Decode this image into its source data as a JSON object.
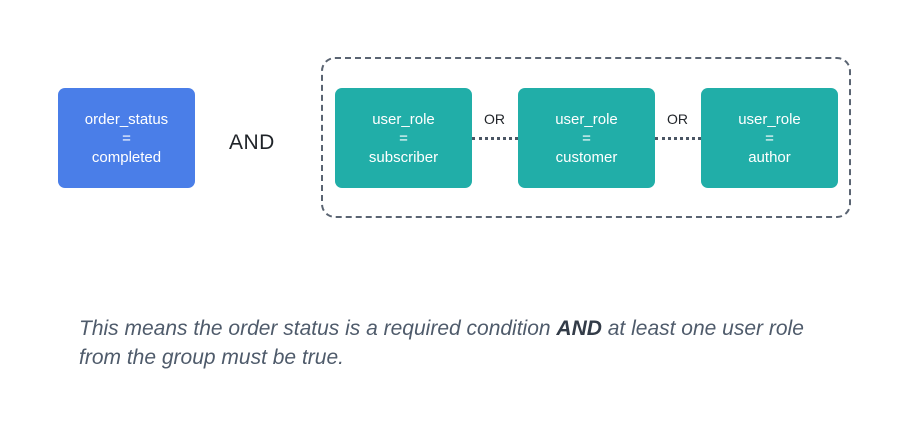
{
  "diagram": {
    "and_label": "AND",
    "or_labels": [
      "OR",
      "OR"
    ],
    "required_condition": {
      "field": "order_status",
      "operator": "=",
      "value": "completed",
      "color": "#4a7ee8"
    },
    "group": {
      "color": "#21aea8",
      "conditions": [
        {
          "field": "user_role",
          "operator": "=",
          "value": "subscriber"
        },
        {
          "field": "user_role",
          "operator": "=",
          "value": "customer"
        },
        {
          "field": "user_role",
          "operator": "=",
          "value": "author"
        }
      ]
    }
  },
  "explanation": {
    "before": "This means the order status is a required condition ",
    "emphasis": "AND",
    "after": " at least one user role from the group must be true."
  }
}
